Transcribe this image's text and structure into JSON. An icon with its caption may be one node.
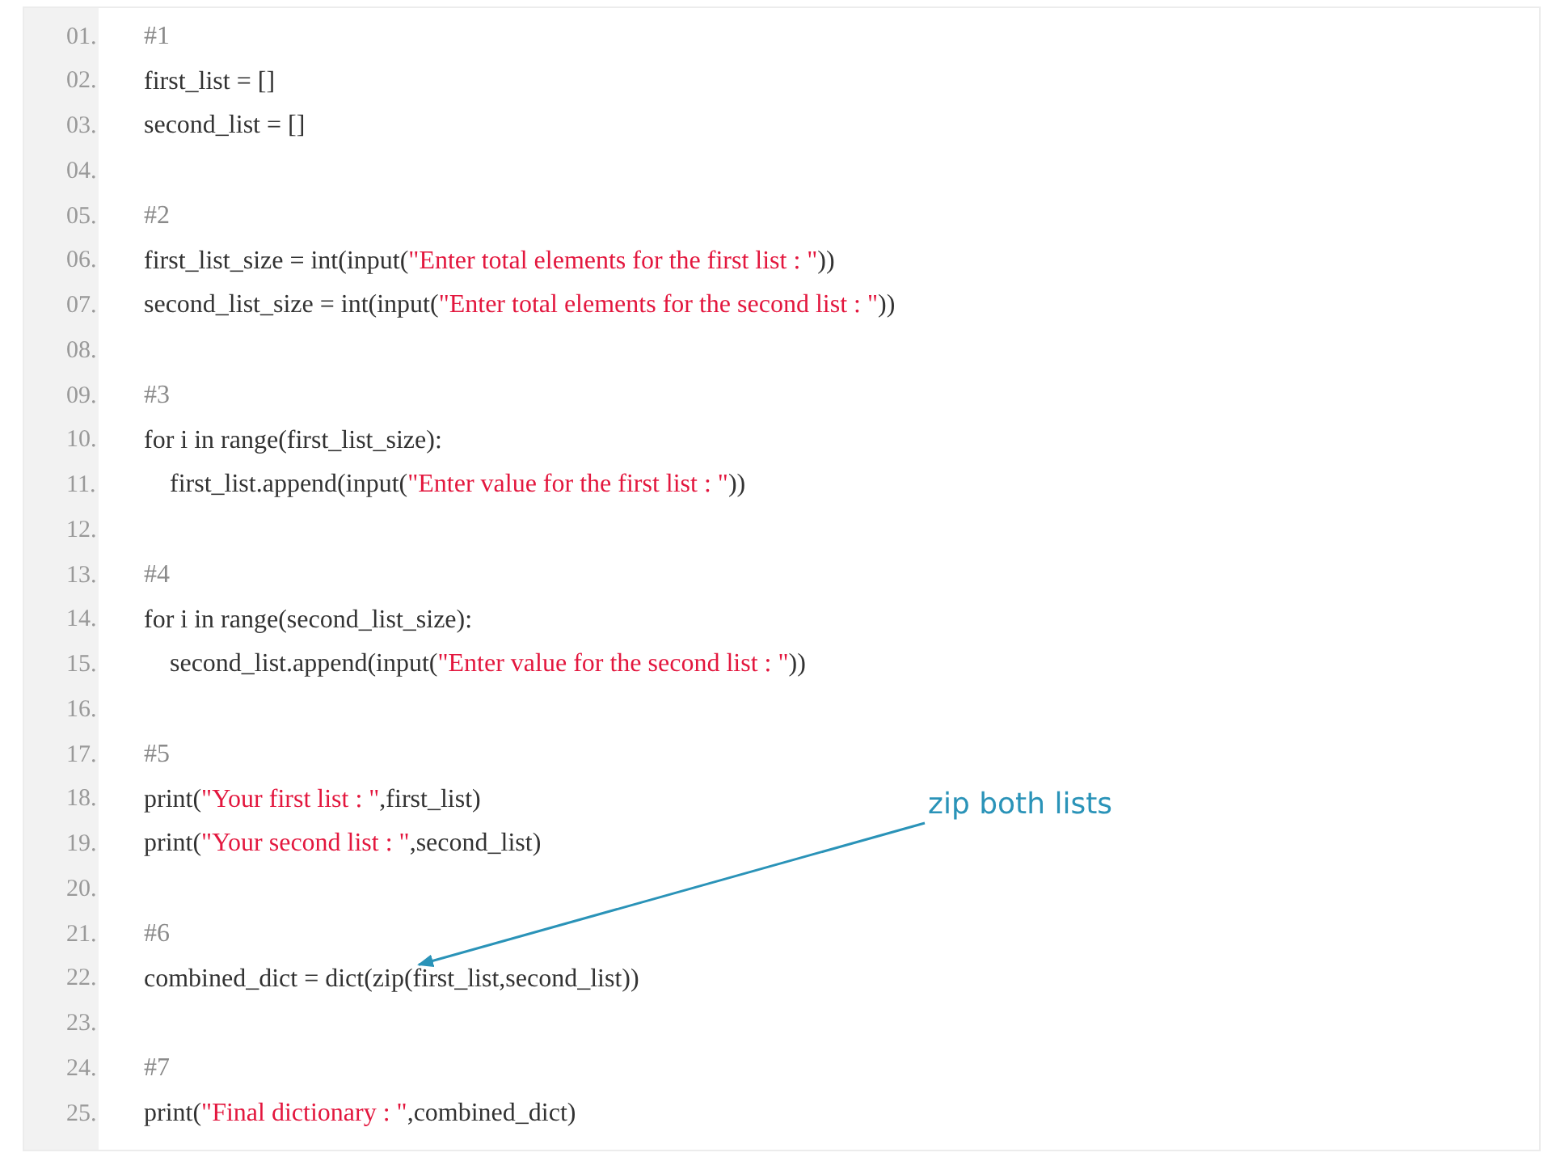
{
  "diagram": {
    "nodes": [
      {
        "text": [
          "zip both lists"
        ]
      },
      {
        "text": [
          "combined_dict = dict(zip(first_list,second_list))"
        ]
      }
    ],
    "edges": [
      {
        "from": 0,
        "to": 1,
        "arrow": "to"
      }
    ],
    "labels": [
      "01.",
      "#1",
      "02.",
      "first_list = []",
      "03.",
      "second_list = []",
      "04.",
      "05.",
      "#2",
      "06.",
      "first_list_size = int(input(\"Enter total elements for the first list : \"))",
      "07.",
      "second_list_size = int(input(\"Enter total elements for the second list : \"))",
      "08.",
      "09.",
      "#3",
      "10.",
      "for i in range(first_list_size):",
      "11.",
      "    first_list.append(input(\"Enter value for the first list : \"))",
      "12.",
      "13.",
      "#4",
      "14.",
      "for i in range(second_list_size):",
      "15.",
      "    second_list.append(input(\"Enter value for the second list : \"))",
      "16.",
      "17.",
      "#5",
      "18.",
      "print(\"Your first list : \",first_list)",
      "19.",
      "print(\"Your second list : \",second_list)",
      "20.",
      "21.",
      "#6",
      "22.",
      "23.",
      "24.",
      "#7",
      "25.",
      "print(\"Final dictionary : \",combined_dict)"
    ]
  }
}
